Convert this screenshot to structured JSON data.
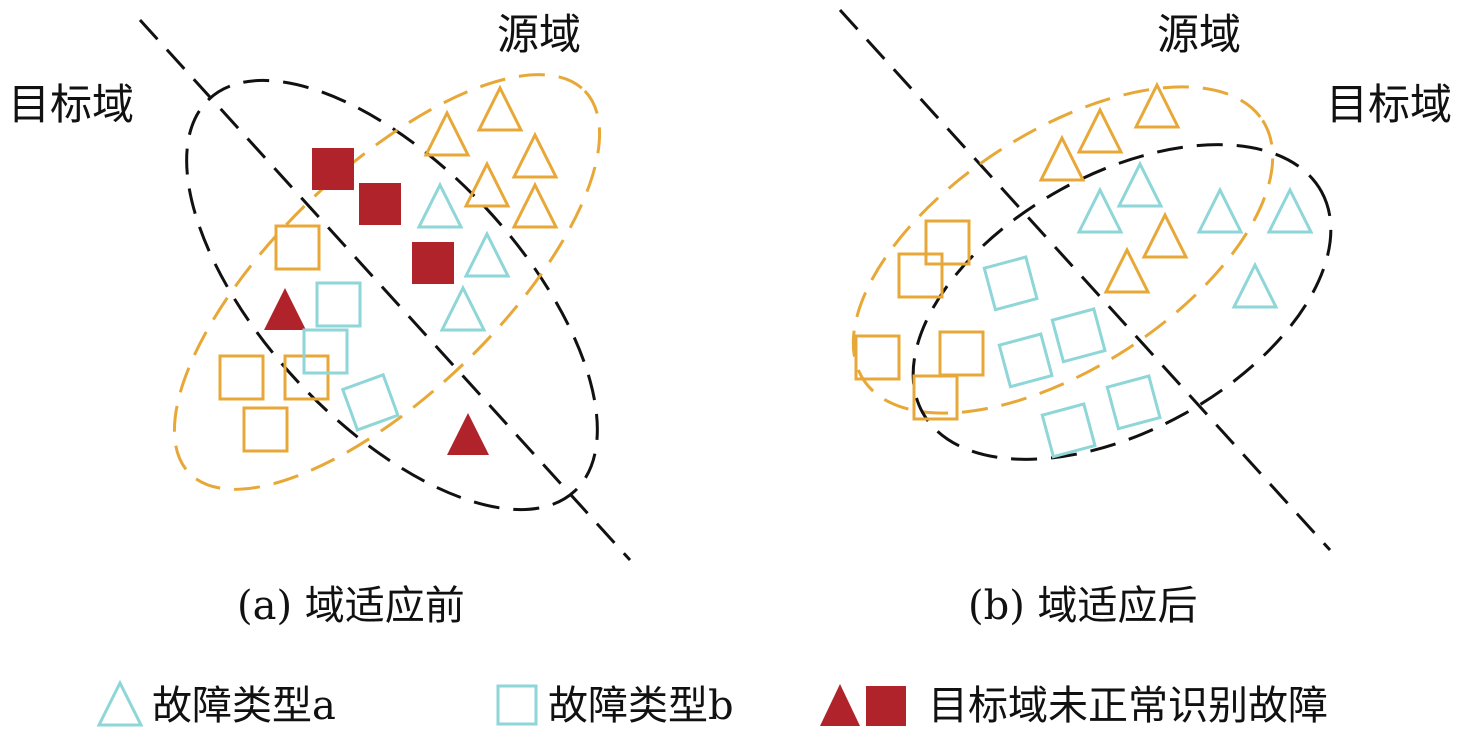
{
  "colors": {
    "source": "#E8A838",
    "target_ok": "#8ED6D8",
    "misclassified": "#B0232A",
    "boundary": "#111111"
  },
  "panel_a": {
    "source_label": "源域",
    "target_label": "目标域",
    "caption": "(a) 域适应前"
  },
  "panel_b": {
    "source_label": "源域",
    "target_label": "目标域",
    "caption": "(b) 域适应后"
  },
  "legend": {
    "fault_a": "故障类型a",
    "fault_b": "故障类型b",
    "misclassified": "目标域未正常识别故障"
  }
}
